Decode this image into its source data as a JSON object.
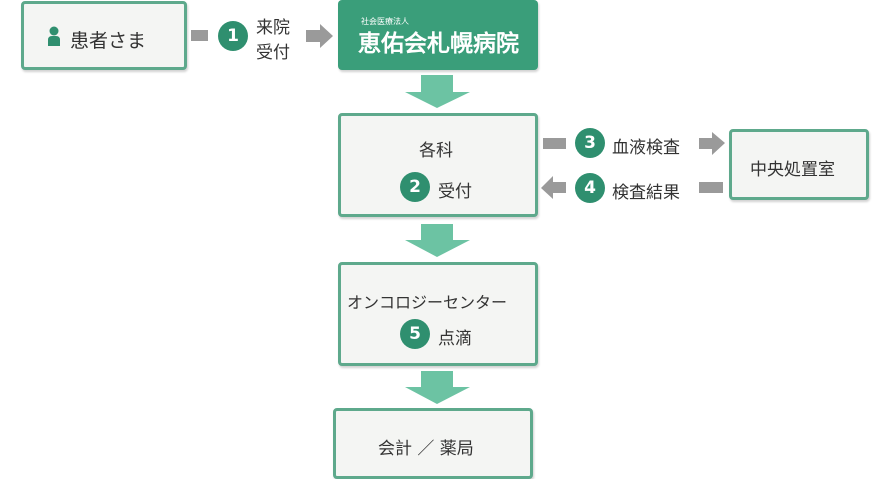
{
  "patient": {
    "label": "患者さま",
    "icon": "person-icon"
  },
  "steps": [
    {
      "num": "1",
      "label_line1": "来院",
      "label_line2": "受付"
    },
    {
      "num": "2",
      "label": "受付"
    },
    {
      "num": "3",
      "label": "血液検査"
    },
    {
      "num": "4",
      "label": "検査結果"
    },
    {
      "num": "5",
      "label": "点滴"
    }
  ],
  "hospital": {
    "prefix": "社会医療法人",
    "name": "恵佑会札幌病院"
  },
  "departments": {
    "label": "各科"
  },
  "central_lab": {
    "label": "中央処置室"
  },
  "oncology": {
    "label": "オンコロジーセンター"
  },
  "checkout": {
    "label": "会計 ／ 薬局"
  },
  "colors": {
    "border_green": "#5ea98c",
    "hospital_fill": "#3a9e7a",
    "number_badge": "#2f8f6f",
    "down_arrow": "#6cc3a3",
    "side_arrow": "#9a9a9a",
    "box_fill": "#f4f5f3"
  }
}
